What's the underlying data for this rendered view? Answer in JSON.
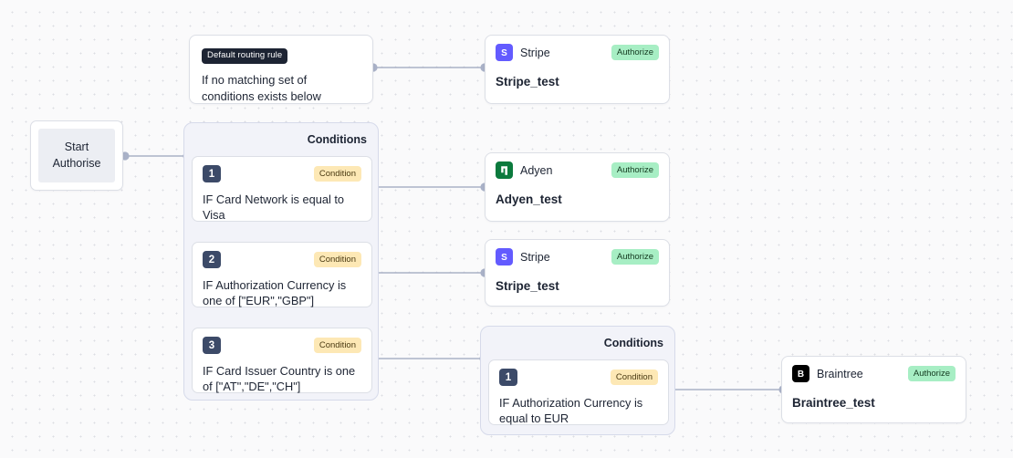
{
  "canvas": {
    "background": "#fafafb",
    "dot_color": "#dcdde3"
  },
  "colors": {
    "condition_badge_bg": "#fde8b5",
    "authorize_badge_bg": "#a7eec4",
    "number_badge_bg": "#3c4a68",
    "default_rule_badge_bg": "#1d2433",
    "group_bg": "#f2f3f9",
    "edge_color": "#aab1c6",
    "stripe_brand": "#635bff",
    "adyen_brand": "#0b7a3d",
    "braintree_brand": "#000000"
  },
  "start_node": {
    "line1": "Start",
    "line2": "Authorise"
  },
  "default_rule": {
    "badge": "Default routing rule",
    "text": "If no matching set of conditions exists below"
  },
  "groups": [
    {
      "id": "conditions-group-1",
      "title": "Conditions",
      "conditions": [
        {
          "number": "1",
          "badge": "Condition",
          "text": "IF Card Network is equal to Visa"
        },
        {
          "number": "2",
          "badge": "Condition",
          "text": "IF Authorization Currency is one of [\"EUR\",\"GBP\"]"
        },
        {
          "number": "3",
          "badge": "Condition",
          "text": "IF Card Issuer Country is one of [\"AT\",\"DE\",\"CH\"]"
        }
      ]
    },
    {
      "id": "conditions-group-2",
      "title": "Conditions",
      "conditions": [
        {
          "number": "1",
          "badge": "Condition",
          "text": "IF Authorization Currency is equal to EUR"
        }
      ]
    }
  ],
  "connectors": [
    {
      "id": "stripe-default",
      "icon": "stripe-icon",
      "name": "Stripe",
      "badge": "Authorize",
      "title": "Stripe_test"
    },
    {
      "id": "adyen-cond1",
      "icon": "adyen-icon",
      "name": "Adyen",
      "badge": "Authorize",
      "title": "Adyen_test"
    },
    {
      "id": "stripe-cond2",
      "icon": "stripe-icon",
      "name": "Stripe",
      "badge": "Authorize",
      "title": "Stripe_test"
    },
    {
      "id": "braintree-sub",
      "icon": "braintree-icon",
      "name": "Braintree",
      "badge": "Authorize",
      "title": "Braintree_test"
    }
  ]
}
